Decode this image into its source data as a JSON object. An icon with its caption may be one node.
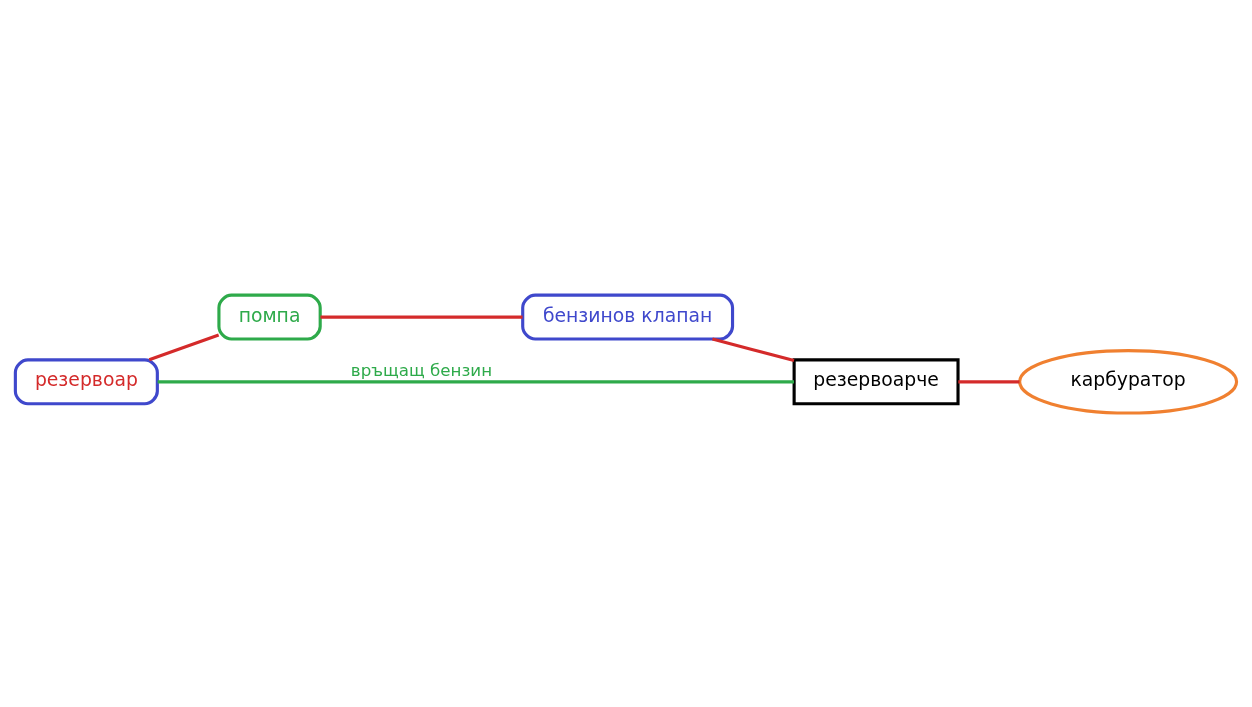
{
  "diagram": {
    "nodes": [
      {
        "text": [
          "резервоар"
        ]
      },
      {
        "text": [
          "помпа"
        ]
      },
      {
        "text": [
          "бензинов клапан"
        ]
      },
      {
        "text": [
          "резервоарче"
        ]
      },
      {
        "text": [
          "карбуратор"
        ]
      }
    ],
    "edges": [
      {
        "from": 0,
        "to": 1,
        "arrow": "none"
      },
      {
        "from": 1,
        "to": 2,
        "arrow": "none"
      },
      {
        "from": 2,
        "to": 3,
        "arrow": "none"
      },
      {
        "from": 3,
        "to": 4,
        "arrow": "none"
      },
      {
        "from": 3,
        "to": 0,
        "arrow": "none",
        "label": "връщащ бензин",
        "color": "#2eaa4a"
      }
    ]
  }
}
